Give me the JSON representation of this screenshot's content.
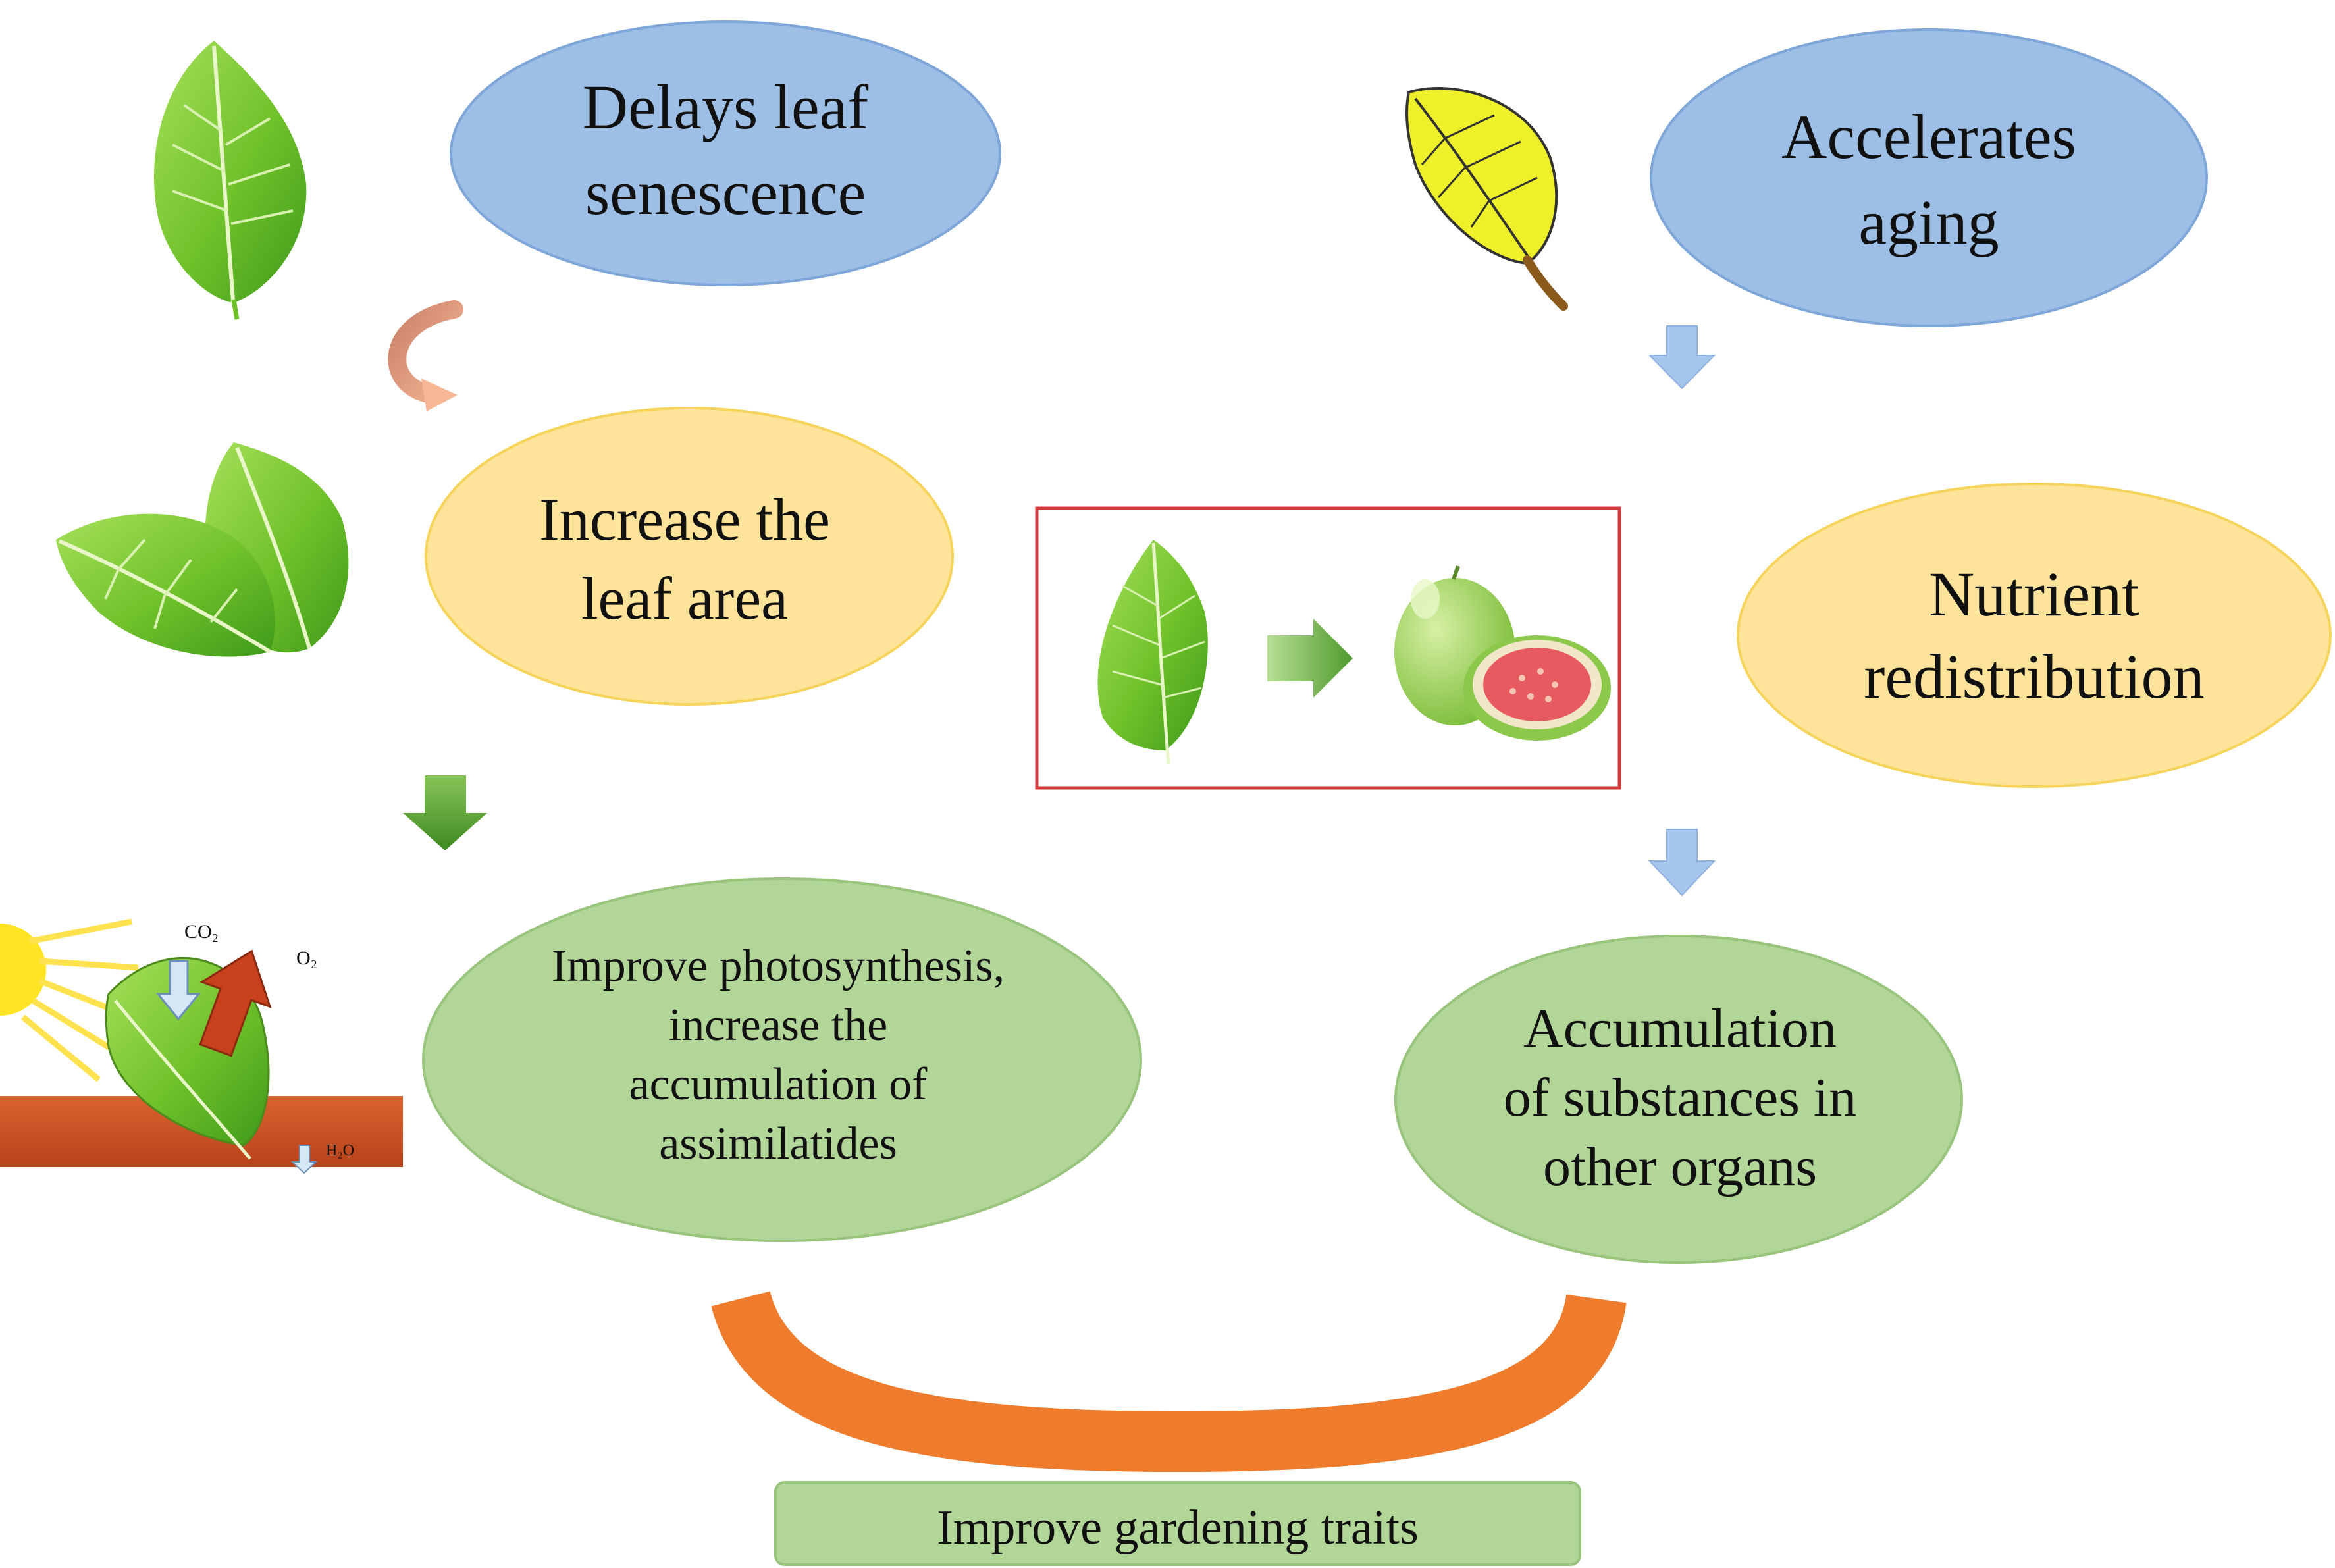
{
  "colors": {
    "blue_fill": "#9dbfe6",
    "blue_stroke": "#7ea6d8",
    "yellow_fill": "#fde49a",
    "yellow_stroke": "#f6d45c",
    "green_fill": "#b2d598",
    "green_stroke": "#98c47c",
    "orange_bracket": "#ef7c2d",
    "red_frame": "#d23b3b",
    "leaf_green": "#6fc12a",
    "yellow_leaf": "#eef02a",
    "arrow_blue": "#a6c5ec",
    "arrow_green": "#5ea83a",
    "arrow_salmon": "#e99a78"
  },
  "nodes": {
    "delays": [
      "Delays leaf",
      "senescence"
    ],
    "accelerates": [
      "Accelerates",
      "aging"
    ],
    "increase": [
      "Increase the",
      "leaf area"
    ],
    "nutrient": [
      "Nutrient",
      "redistribution"
    ],
    "photosynthesis": [
      "Improve photosynthesis,",
      "increase the",
      "accumulation of",
      "assimilatides"
    ],
    "accumulation": [
      "Accumulation",
      "of substances in",
      "other organs"
    ],
    "gardening": "Improve gardening traits"
  },
  "photo_labels": {
    "co2": "CO₂",
    "o2": "O₂",
    "h2o": "H₂O"
  },
  "icons": [
    "green-leaf-icon",
    "yellow-leaf-icon",
    "two-leaves-icon",
    "photosynthesis-scene-icon",
    "guava-fruit-icon",
    "curved-arrow-icon",
    "down-arrow-icon",
    "right-arrow-icon"
  ]
}
